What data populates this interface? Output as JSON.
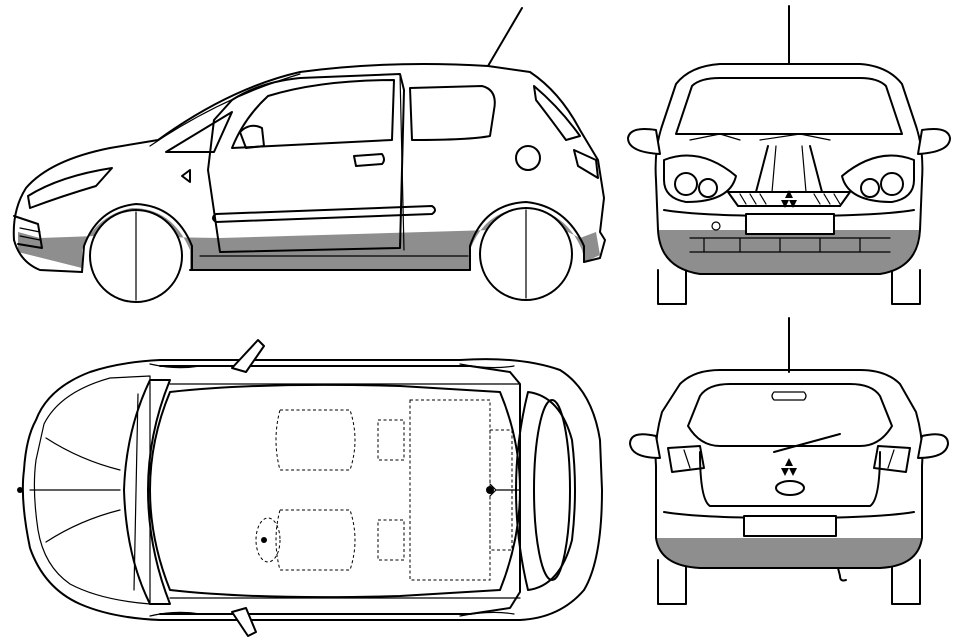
{
  "drawing": {
    "views": [
      "side",
      "front",
      "top",
      "rear"
    ],
    "colors": {
      "line": "#000000",
      "shade": "#8e8e8e",
      "background": "#ffffff"
    }
  }
}
